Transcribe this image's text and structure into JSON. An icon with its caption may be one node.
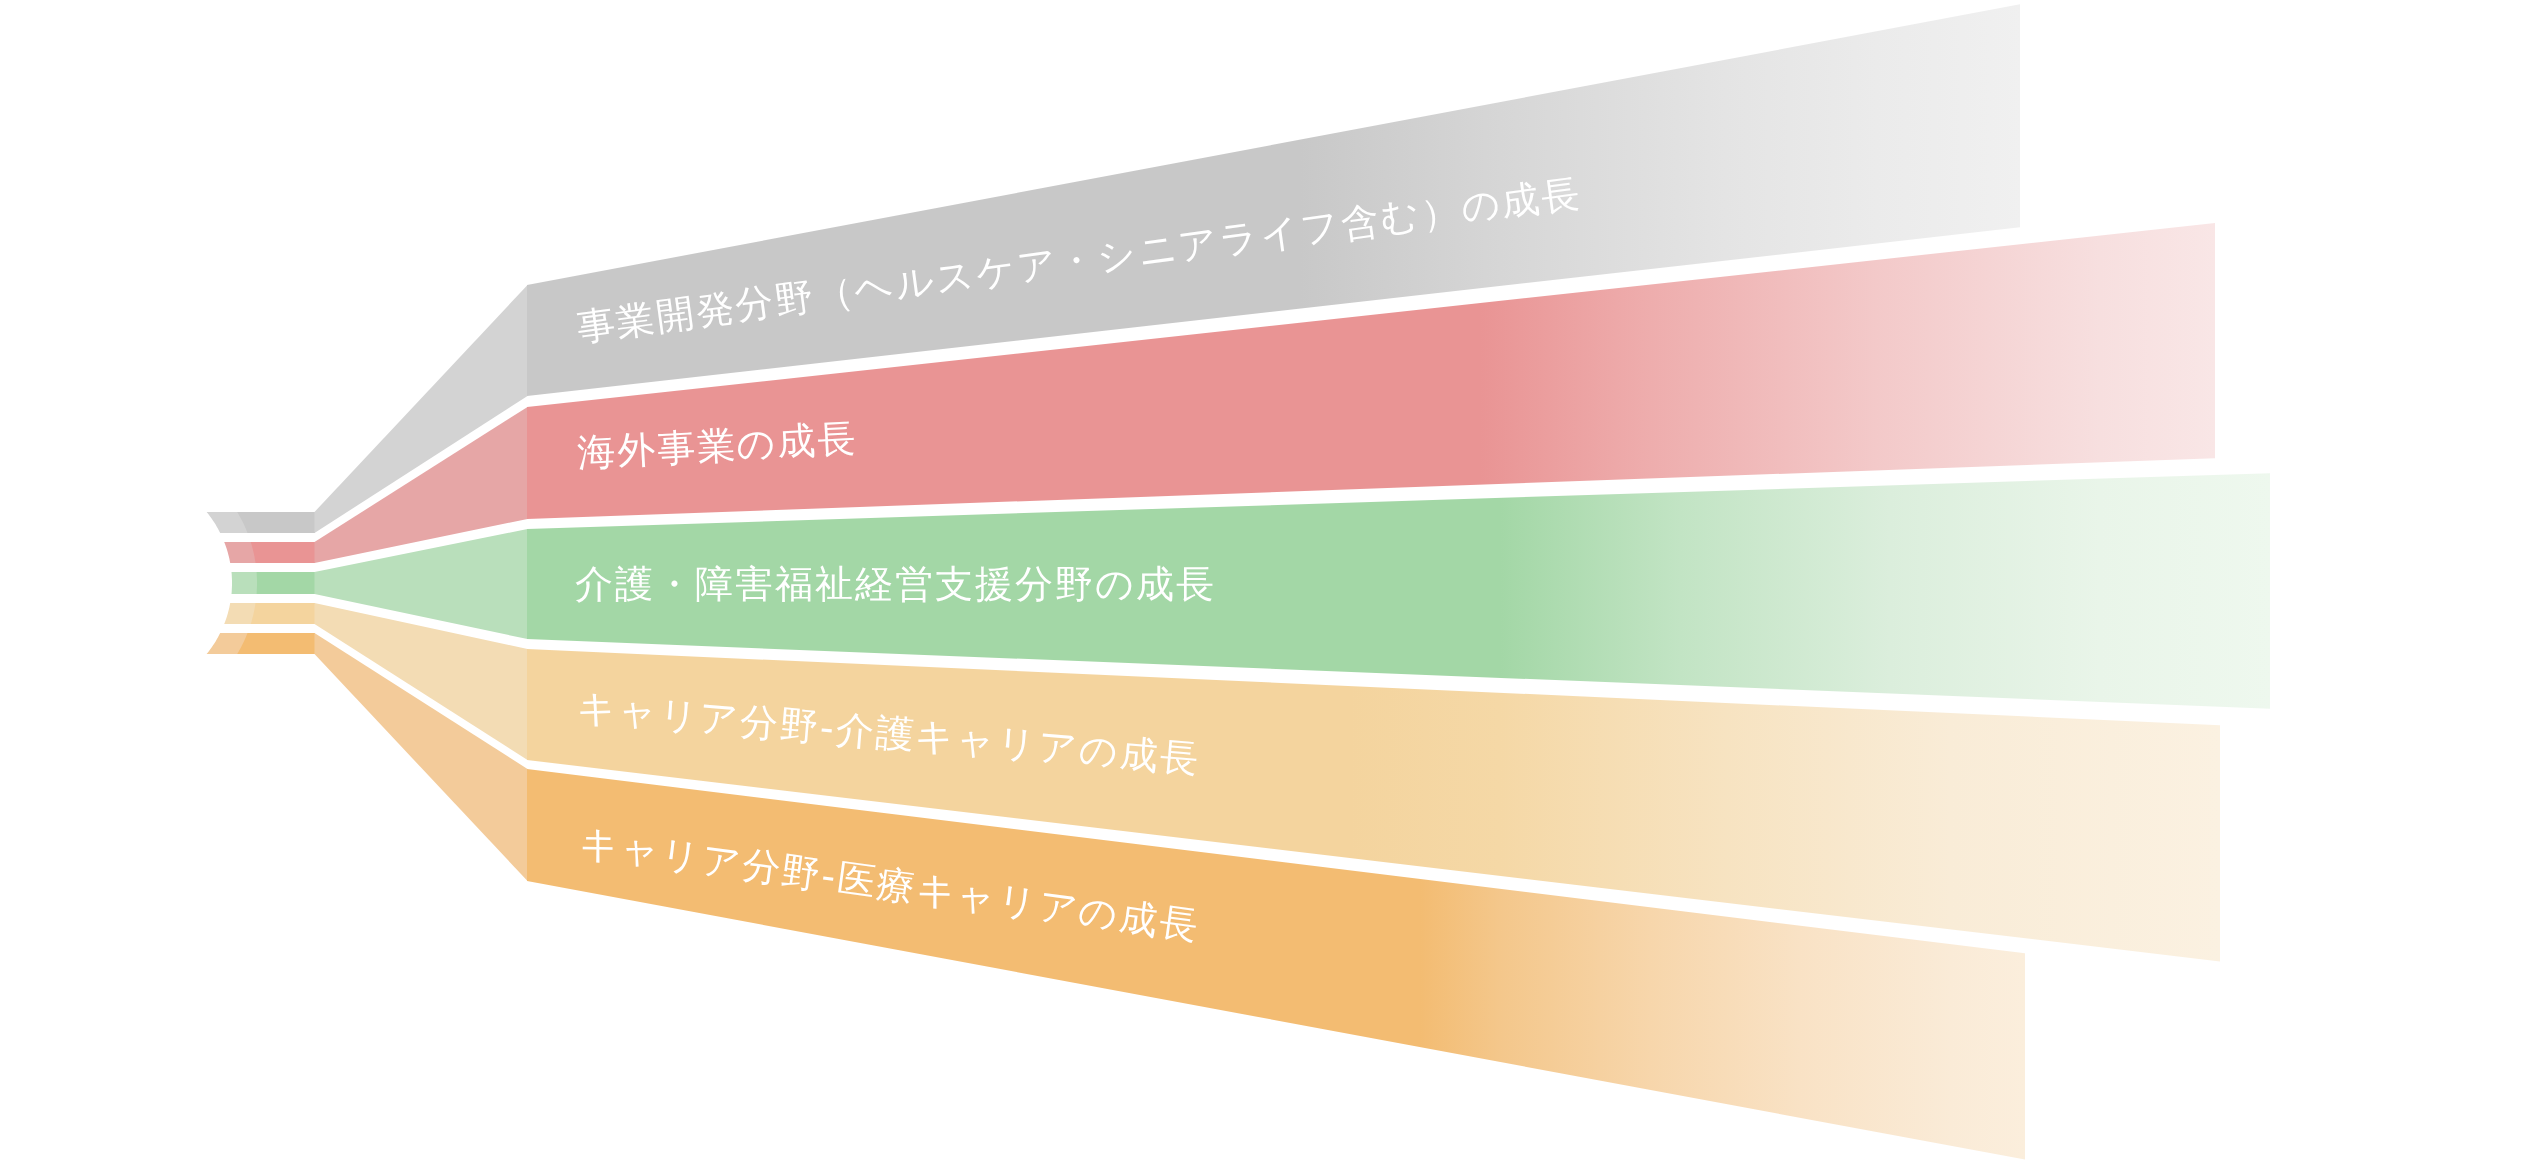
{
  "diagram": {
    "nodes": [
      {
        "text": [
          "事業開発分野（ヘルスケア・シニアライフ含む）の成長"
        ]
      },
      {
        "text": [
          "海外事業の成長"
        ]
      },
      {
        "text": [
          "介護・障害福祉経営支援分野の成長"
        ]
      },
      {
        "text": [
          "キャリア分野-介護キャリアの成長"
        ]
      },
      {
        "text": [
          "キャリア分野-医療キャリアの成長"
        ]
      }
    ]
  }
}
